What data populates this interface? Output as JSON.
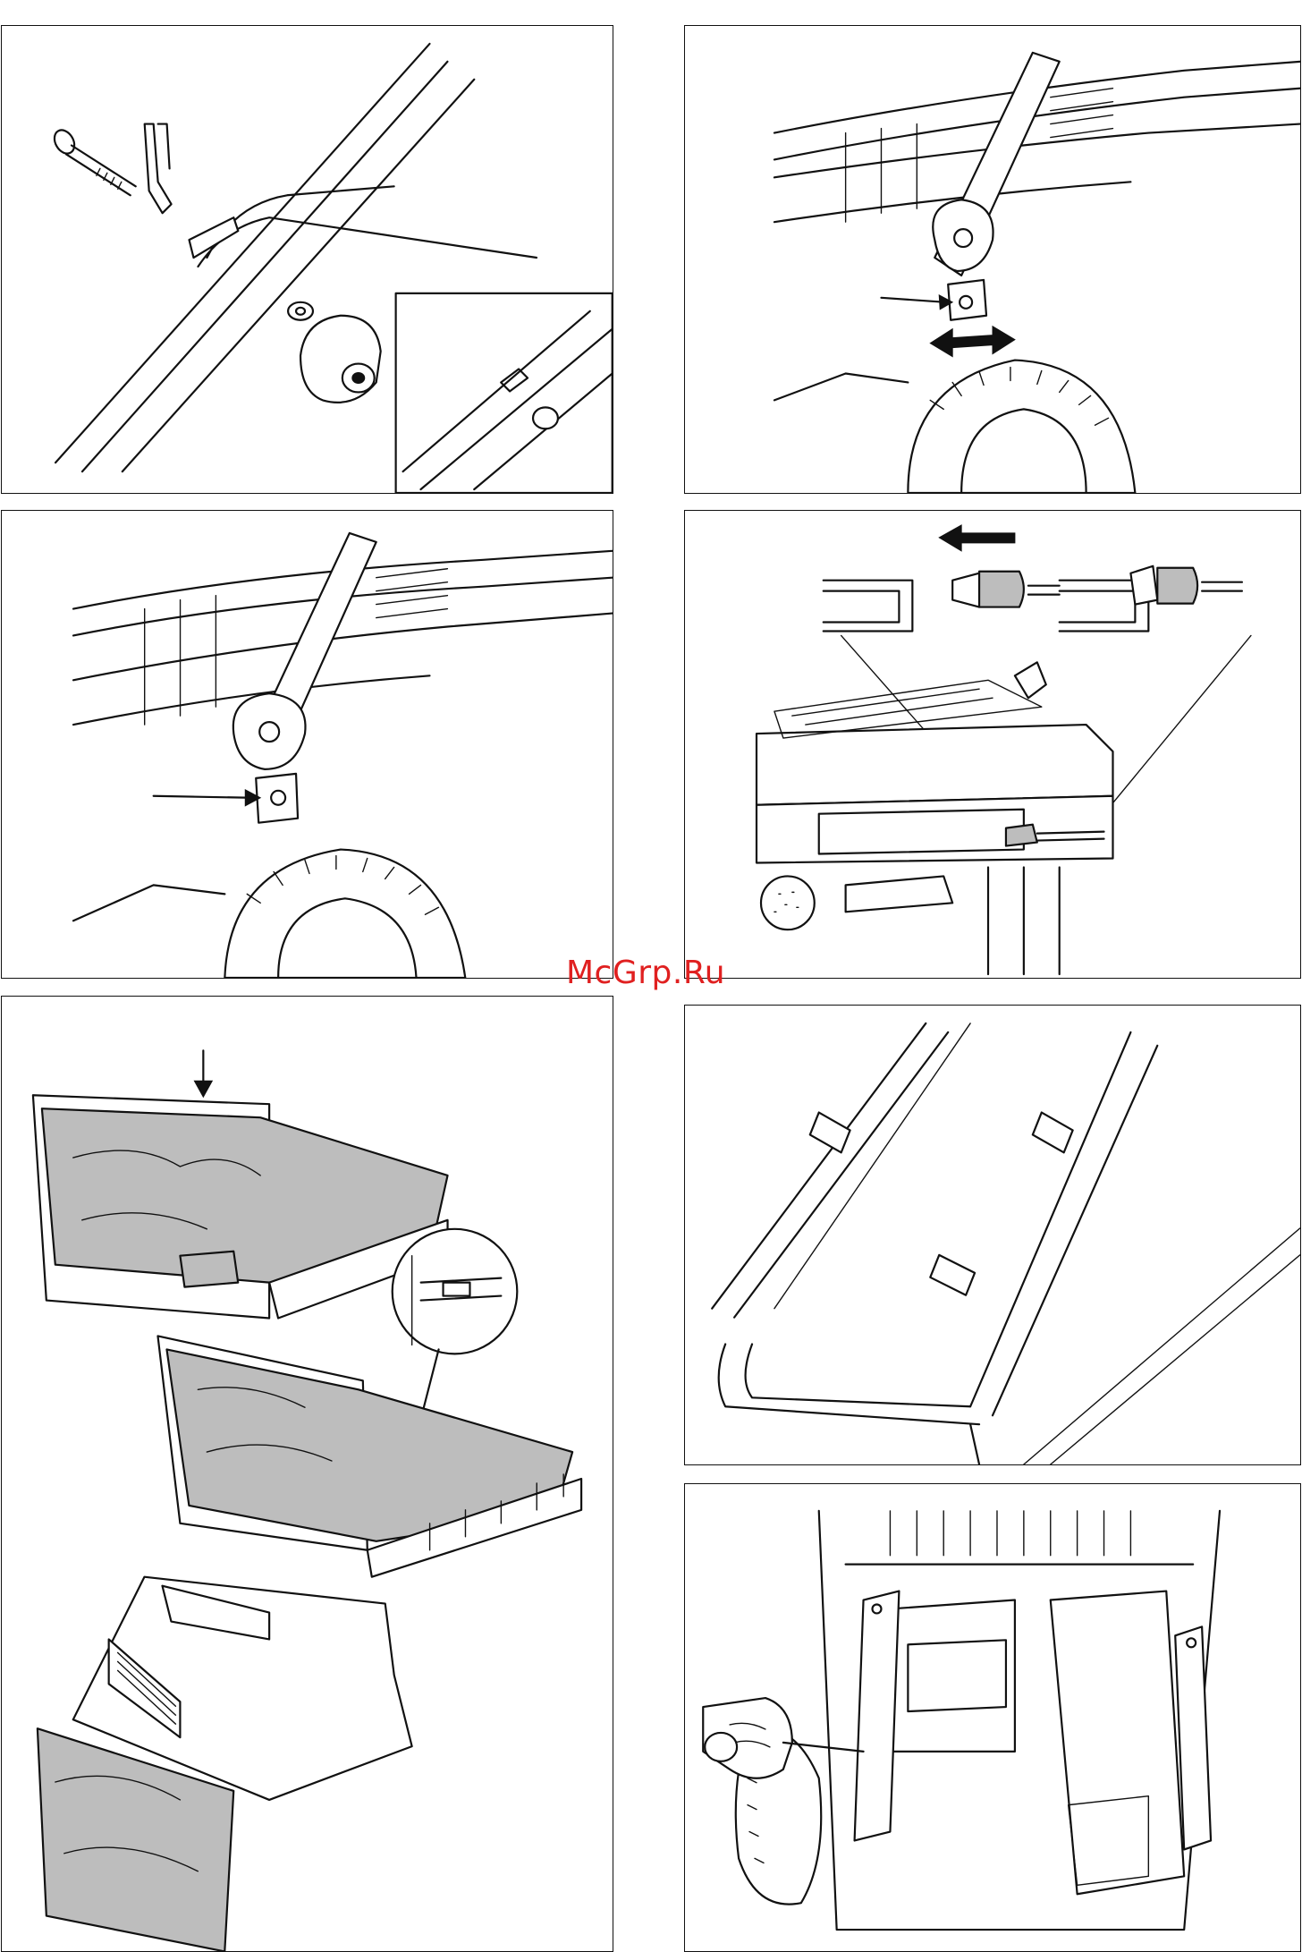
{
  "watermark": {
    "text": "McGrp.Ru",
    "color": "#e02020"
  },
  "figures": [
    {
      "id": "handle-bolt-assembly",
      "icons": [
        "bolt-icon",
        "clip-icon",
        "washer-icon",
        "knob-icon"
      ]
    },
    {
      "id": "handle-height-adjust",
      "icons": [
        "knob-icon",
        "pointer-arrow-icon",
        "double-arrow-icon",
        "wheel-icon"
      ]
    },
    {
      "id": "handle-lock-screw",
      "icons": [
        "knob-icon",
        "pointer-arrow-icon",
        "wheel-icon"
      ]
    },
    {
      "id": "cable-connection",
      "icons": [
        "left-arrow-icon",
        "cable-clip-icon",
        "engine-icon"
      ]
    },
    {
      "id": "grass-bag-assembly",
      "icons": [
        "down-arrow-icon",
        "grass-bag-icon",
        "magnifier-icon"
      ]
    },
    {
      "id": "handle-clips",
      "icons": [
        "clip-icon",
        "handle-icon"
      ]
    },
    {
      "id": "rear-flap-mount",
      "icons": [
        "screwdriver-icon",
        "hand-icon",
        "wheel-icon"
      ]
    }
  ]
}
